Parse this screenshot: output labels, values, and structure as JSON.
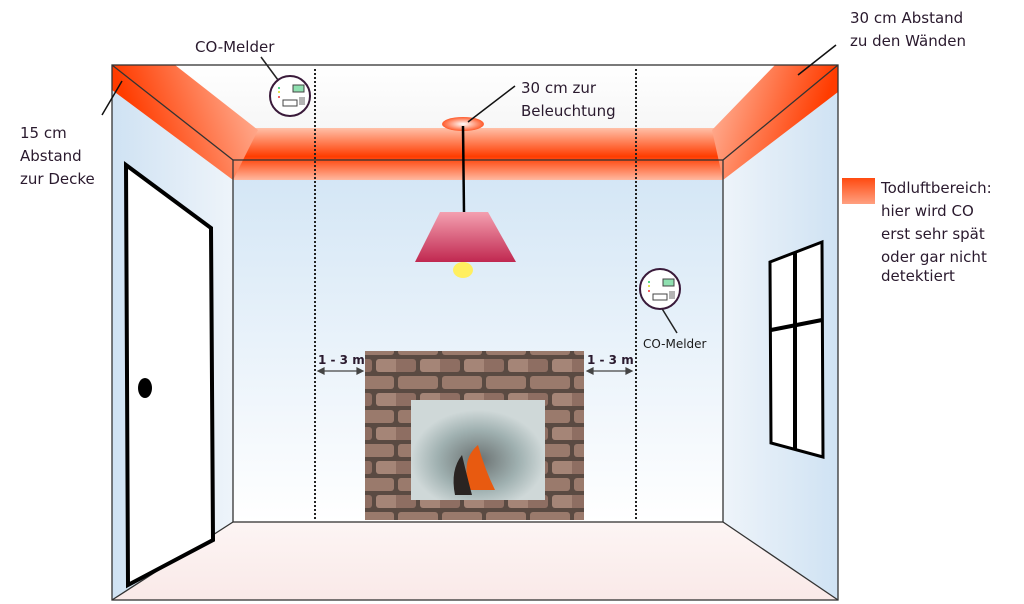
{
  "labels": {
    "co_detector_top": "CO-Melder",
    "co_detector_wall": "CO-Melder",
    "wall_distance": [
      "30 cm Abstand",
      "zu den Wänden"
    ],
    "ceiling_distance": [
      "15 cm",
      "Abstand",
      "zur Decke"
    ],
    "light_distance": [
      "30 cm zur",
      "Beleuchtung"
    ],
    "range_left": "1 - 3 m",
    "range_right": "1 - 3 m"
  },
  "legend": {
    "color": "#ff5a2a",
    "lines": [
      "Todluftbereich:",
      "hier wird CO",
      "erst sehr spät",
      "oder gar nicht",
      "detektiert"
    ]
  },
  "colors": {
    "dead_air": "#ff3b00",
    "wall": "#d6e7f5",
    "floor": "#fbefee"
  }
}
